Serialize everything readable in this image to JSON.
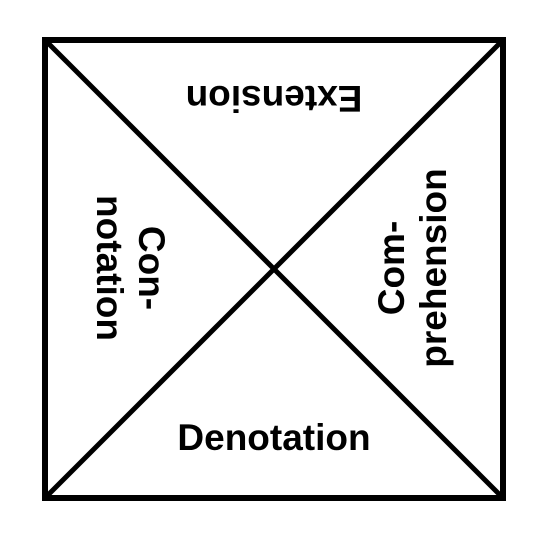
{
  "diagram": {
    "line_color": "#000000",
    "background_color": "#ffffff",
    "labels": {
      "top": "Extension",
      "bottom": "Denotation",
      "left_line1": "Con-",
      "left_line2": "notation",
      "right_line1": "Com-",
      "right_line2": "prehension"
    }
  }
}
